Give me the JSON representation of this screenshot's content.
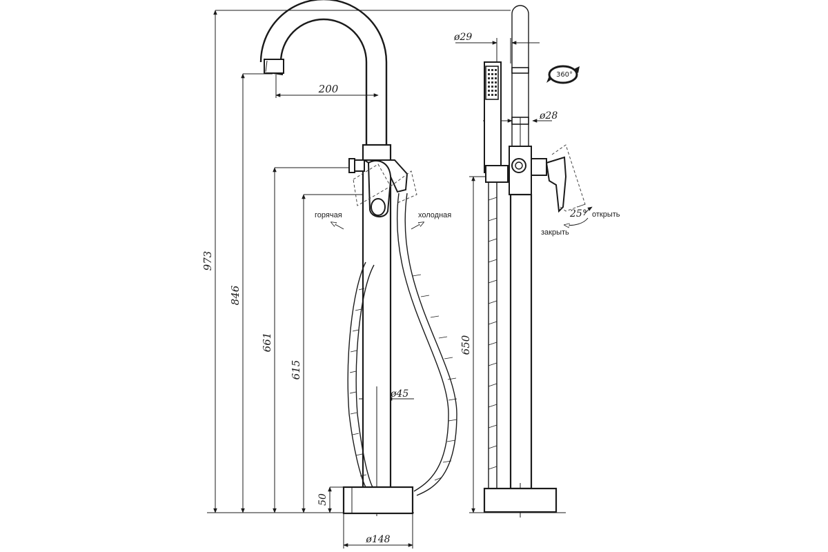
{
  "dimensions": {
    "total_height": "973",
    "spout_height": "846",
    "mixer_height": "661",
    "lever_height": "615",
    "base_height": "50",
    "spout_reach": "200",
    "column_diameter": "ø45",
    "base_diameter": "ø148",
    "handshower_diameter": "ø29",
    "holder_diameter": "ø28",
    "side_height": "650",
    "lever_angle": "25°",
    "rotation": "360°"
  },
  "labels": {
    "hot": "горячая",
    "cold": "холодная",
    "open": "открыть",
    "close": "закрыть"
  }
}
